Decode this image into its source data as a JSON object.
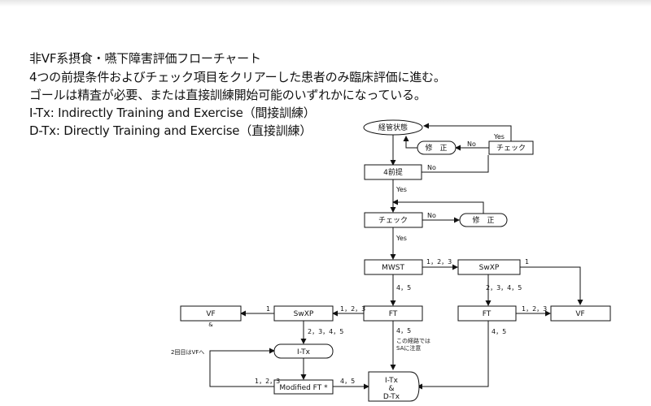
{
  "description": {
    "line1": "非VF系摂食・嚥下障害評価フローチャート",
    "line2": "4つの前提条件およびチェック項目をクリアーした患者のみ臨床評価に進む。",
    "line3": "ゴールは精査が必要、または直接訓練開始可能のいずれかになっている。",
    "line4": "I-Tx: Indirectly Training and Exercise（間接訓練）",
    "line5": "D-Tx: Directly Training and Exercise（直接訓練）"
  },
  "nodes": {
    "status": "経管状態",
    "correction1": "修　正",
    "check1": "チェック",
    "premise": "4前提",
    "check2": "チェック",
    "correction2": "修　正",
    "mwst": "MWST",
    "swxp_right": "SwXP",
    "vf_left": "VF",
    "vf_left_mark": "&",
    "swxp_left": "SwXP",
    "ft_center": "FT",
    "ft_right": "FT",
    "vf_right": "VF",
    "itx": "I-Tx",
    "modified_ft": "Modified FT *",
    "goal_line1": "I-Tx",
    "goal_line2": "&",
    "goal_line3": "D-Tx"
  },
  "edge_labels": {
    "yes1": "Yes",
    "no1": "No",
    "no2": "No",
    "yes2": "Yes",
    "no3": "No",
    "yes3": "Yes",
    "mwst_to_swxp": "1，2，3",
    "swxp_to_vf": "1",
    "mwst_to_ft": "4，5",
    "swxp_to_ft": "2，3，4，5",
    "ft_to_swxp_left": "1，2，3",
    "swxp_left_to_vf": "1",
    "swxp_left_to_itx": "2，3，4，5",
    "ft_right_to_vf": "1，2，3",
    "ft_right_to_goal": "4，5",
    "ft_center_to_goal": "4，5",
    "caution1": "この経路では",
    "caution2": "SAに注意",
    "second_time": "2回目はVFへ",
    "mft_to_itx": "1，2，3",
    "mft_to_goal": "4，5"
  }
}
